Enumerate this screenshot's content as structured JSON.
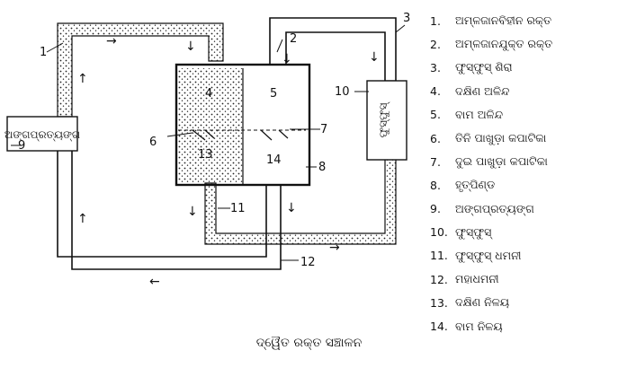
{
  "diagram": {
    "organ_body": "ଅଙ୍ଗପ୍ରତ୍ୟଙ୍ଗ",
    "organ_lungs": "ଫୁସ୍‌ଫୁସ୍",
    "numbers": [
      "1",
      "2",
      "3",
      "4",
      "5",
      "6",
      "7",
      "8",
      "9",
      "10",
      "11",
      "12",
      "13",
      "14"
    ],
    "arrows": {
      "right": "→",
      "left": "←",
      "up": "↑",
      "down": "↓"
    }
  },
  "legend": [
    {
      "num": "1.",
      "label": "ଅମ୍ଳଜାନବିହୀନ ରକ୍ତ"
    },
    {
      "num": "2.",
      "label": "ଅମ୍ଳଜାନଯୁକ୍ତ ରକ୍ତ"
    },
    {
      "num": "3.",
      "label": "ଫୁସ୍‌ଫୁସ୍ ଶିରା"
    },
    {
      "num": "4.",
      "label": "ଦକ୍ଷିଣ ଅଳିନ୍ଦ"
    },
    {
      "num": "5.",
      "label": "ବାମ ଅଳିନ୍ଦ"
    },
    {
      "num": "6.",
      "label": "ତିନି ପାଖୁଡ଼ା କପାଟିକା"
    },
    {
      "num": "7.",
      "label": "ଦୁଇ ପାଖୁଡ଼ା କପାଟିକା"
    },
    {
      "num": "8.",
      "label": "ହୃତ୍‌ପିଣ୍ଡ"
    },
    {
      "num": "9.",
      "label": "ଅଙ୍ଗପ୍ରତ୍ୟଙ୍ଗ"
    },
    {
      "num": "10.",
      "label": "ଫୁସ୍‌ଫୁସ୍"
    },
    {
      "num": "11.",
      "label": "ଫୁସ୍‌ଫୁସ୍ ଧମନୀ"
    },
    {
      "num": "12.",
      "label": "ମହାଧମନୀ"
    },
    {
      "num": "13.",
      "label": "ଦକ୍ଷିଣ ନିଳୟ"
    },
    {
      "num": "14.",
      "label": "ବାମ ନିଳୟ"
    }
  ],
  "caption": "ଦ୍ୱୈତ ରକ୍ତ ସଞ୍ଚାଳନ"
}
